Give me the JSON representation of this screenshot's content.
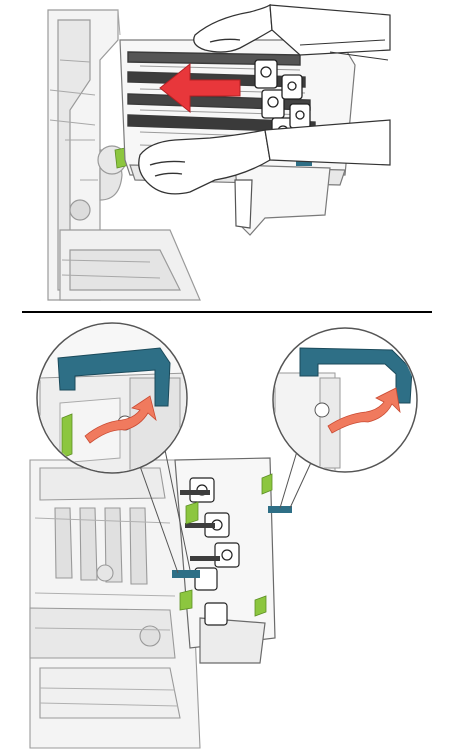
{
  "colors": {
    "line": "#8a8a8a",
    "line_light": "#c8c8c8",
    "fill_light": "#f4f4f4",
    "fill_mid": "#e2e2e2",
    "dark": "#4a4a4a",
    "blue_handle": "#2e6f86",
    "green_tab": "#8cc63f",
    "red_arrow": "#e8373b",
    "red_arrow_light": "#f07a5e",
    "divider": "#000000"
  },
  "steps": [
    {
      "id": "slide-out-imaging-kit",
      "arrow": "red-arrow-left",
      "action_icon": "hand-icon"
    },
    {
      "id": "rotate-blue-handle",
      "arrow": "red-curved-arrow",
      "action_icon": "magnify-callout-icon"
    }
  ]
}
